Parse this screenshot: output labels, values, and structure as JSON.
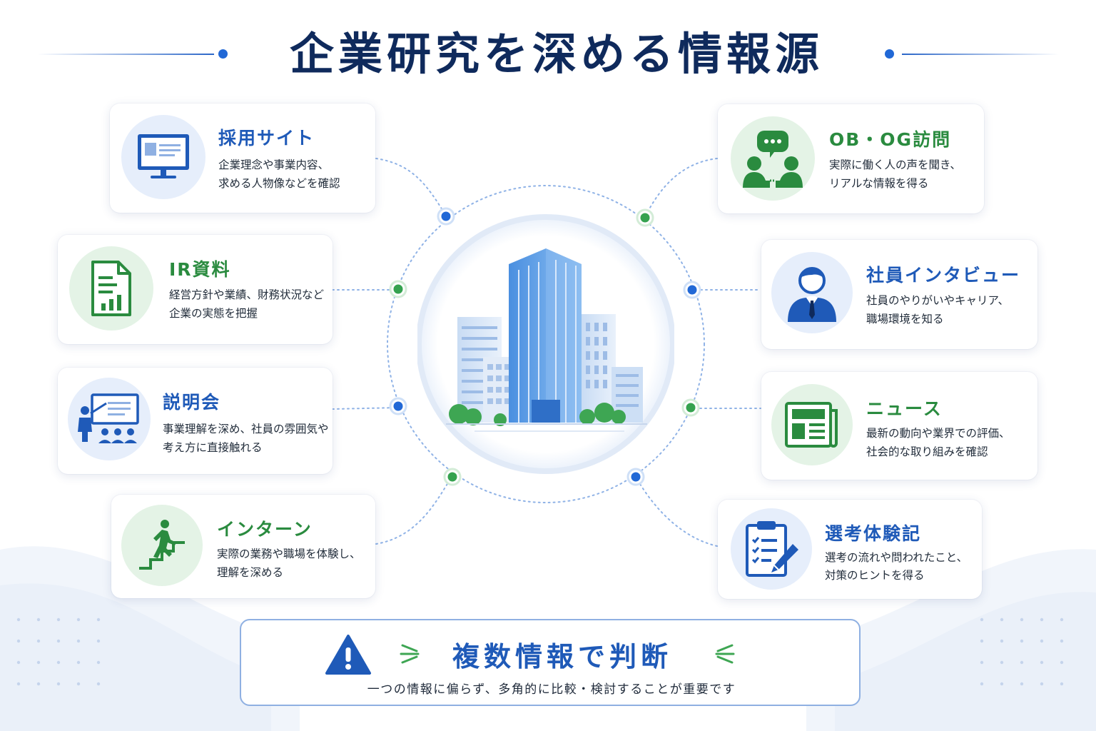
{
  "title": "企業研究を深める情報源",
  "colors": {
    "blue": "#1f5ab8",
    "green": "#2a8b3f",
    "navy": "#0f2a5c"
  },
  "hub_icon": "office-building-icon",
  "left_sources": [
    {
      "key": "saiyou",
      "title": "採用サイト",
      "icon": "laptop-icon",
      "color": "blue",
      "desc1": "企業理念や事業内容、",
      "desc2": "求める人物像などを確認"
    },
    {
      "key": "ir",
      "title": "IR資料",
      "icon": "financial-report-icon",
      "color": "green",
      "desc1": "経営方針や業績、財務状況など",
      "desc2": "企業の実態を把握"
    },
    {
      "key": "setsumeikai",
      "title": "説明会",
      "icon": "presentation-icon",
      "color": "blue",
      "desc1": "事業理解を深め、社員の雰囲気や",
      "desc2": "考え方に直接触れる"
    },
    {
      "key": "intern",
      "title": "インターン",
      "icon": "stairs-climb-icon",
      "color": "green",
      "desc1": "実際の業務や職場を体験し、",
      "desc2": "理解を深める"
    }
  ],
  "right_sources": [
    {
      "key": "obog",
      "title": "OB・OG訪問",
      "icon": "conversation-icon",
      "color": "green",
      "desc1": "実際に働く人の声を聞き、",
      "desc2": "リアルな情報を得る"
    },
    {
      "key": "interview",
      "title": "社員インタビュー",
      "icon": "employee-icon",
      "color": "blue",
      "desc1": "社員のやりがいやキャリア、",
      "desc2": "職場環境を知る"
    },
    {
      "key": "news",
      "title": "ニュース",
      "icon": "newspaper-icon",
      "color": "green",
      "desc1": "最新の動向や業界での評価、",
      "desc2": "社会的な取り組みを確認"
    },
    {
      "key": "taikenki",
      "title": "選考体験記",
      "icon": "clipboard-checklist-icon",
      "color": "blue",
      "desc1": "選考の流れや問われたこと、",
      "desc2": "対策のヒントを得る"
    }
  ],
  "conclusion": {
    "icon": "warning-icon",
    "main": "複数情報で判断",
    "sub": "一つの情報に偏らず、多角的に比較・検討することが重要です"
  }
}
